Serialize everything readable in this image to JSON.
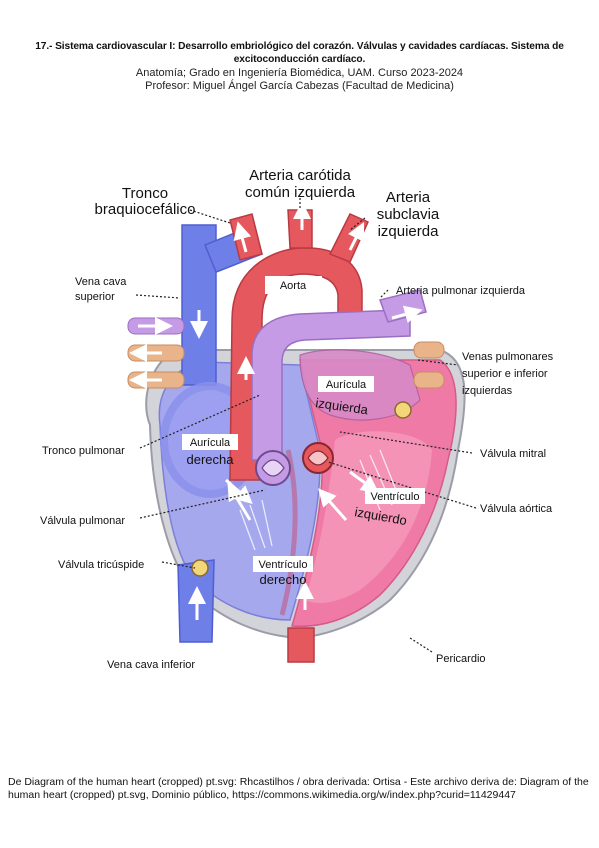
{
  "header": {
    "title": "17.- Sistema cardiovascular I: Desarrollo embriológico del corazón. Válvulas y cavidades cardíacas. Sistema de excitoconducción cardíaco.",
    "course": "Anatomía; Grado en Ingeniería Biomédica, UAM. Curso 2023-2024",
    "professor": "Profesor: Miguel Ángel García Cabezas (Facultad de Medicina)"
  },
  "diagram": {
    "labels": {
      "tronco_line1": "Tronco",
      "tronco_line2": "braquiocefálico",
      "carotida_line1": "Arteria carótida",
      "carotida_line2": "común izquierda",
      "subclavia_line1": "Arteria",
      "subclavia_line2": "subclavia",
      "subclavia_line3": "izquierda",
      "vena_cava_sup_line1": "Vena cava",
      "vena_cava_sup_line2": "superior",
      "aorta": "Aorta",
      "arteria_pulmonar_izq": "Arteria pulmonar izquierda",
      "venas_pulm_line1": "Venas pulmonares",
      "venas_pulm_line2": "superior e inferior",
      "venas_pulm_line3": "izquierdas",
      "auricula_izq_line1": "Aurícula",
      "auricula_izq_line2": "izquierda",
      "tronco_pulmonar": "Tronco pulmonar",
      "auricula_der_line1": "Aurícula",
      "auricula_der_line2": "derecha",
      "valvula_mitral": "Válvula mitral",
      "ventriculo_izq_line1": "Ventrículo",
      "ventriculo_izq_line2": "izquierdo",
      "valvula_aortica": "Válvula aórtica",
      "valvula_pulmonar": "Válvula pulmonar",
      "valvula_tricuspide": "Válvula tricúspide",
      "ventriculo_der_line1": "Ventrículo",
      "ventriculo_der_line2": "derecho",
      "vena_cava_inf": "Vena cava inferior",
      "pericardio": "Pericardio"
    },
    "colors": {
      "vein_blue": "#6f7fe8",
      "vein_blue_dark": "#4f5fd0",
      "artery_red": "#e4585e",
      "pulmonary_purple": "#c69be6",
      "left_heart_pink": "#f07aa6",
      "right_heart_lavender": "#a6a8ee",
      "pulmonary_vein_tan": "#e9b48a",
      "pericardium_gray": "#b9b9c4"
    }
  },
  "footer": {
    "credit": "De Diagram of the human heart (cropped) pt.svg: Rhcastilhos / obra derivada: Ortisa - Este archivo deriva de: Diagram of the human heart (cropped) pt.svg, Dominio público, https://commons.wikimedia.org/w/index.php?curid=11429447"
  }
}
